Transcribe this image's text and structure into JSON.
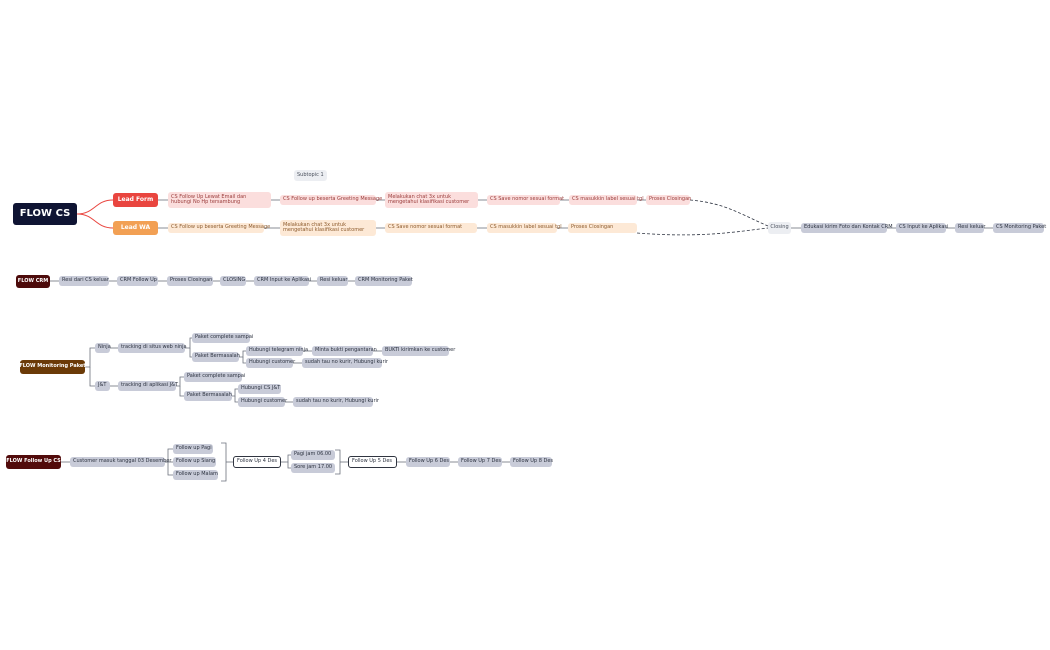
{
  "colors": {
    "root_dark": "#0f1433",
    "lead_form": "#e9453f",
    "lead_wa": "#f2a054",
    "crm_root": "#4d0b0b",
    "monitoring_root": "#6b3a07",
    "followup_root": "#520b0b",
    "node_gray": "#c8cbd8"
  },
  "flow_cs": {
    "root": "FLOW CS",
    "subtopic": "Subtopic 1",
    "lead_form": {
      "label": "Lead Form",
      "steps": [
        "CS Follow Up Lewat Email dan hubungi No Hp tersambung",
        "CS Follow up beserta Greeting Message",
        "Melakukan chat 3x untuk mengetahui klasifikasi customer",
        "CS Save nomor sesuai format",
        "CS masukkin label sesuai tgl",
        "Proses Closingan"
      ]
    },
    "lead_wa": {
      "label": "Lead WA",
      "steps": [
        "CS Follow up beserta Greeting Message",
        "Melakukan chat 3x untuk mengetahui klasifikasi customer",
        "CS Save nomor sesuai format",
        "CS masukkin label sesuai tgl",
        "Proses Closingan"
      ]
    },
    "closing": {
      "label": "Closing",
      "steps": [
        "Edukasi kirim Foto dan Kontak CRM",
        "CS Input ke Aplikasi",
        "Resi keluar",
        "CS Monitoring Paket"
      ]
    }
  },
  "flow_crm": {
    "root": "FLOW CRM",
    "steps": [
      "Resi dari CS keluar",
      "CRM Follow Up",
      "Proses Closingan",
      "CLOSING",
      "CRM Input ke Aplikasi",
      "Resi keluar",
      "CRM Monitoring Paket"
    ]
  },
  "flow_monitoring": {
    "root": "FLOW Monitoring Paket",
    "ninja": {
      "label": "Ninja",
      "tracking": "tracking di situs web ninja",
      "complete": "Paket complete sampai",
      "bermasalah": "Paket Bermasalah",
      "telegram": "Hubungi telegram ninja",
      "minta_bukti": "Minta bukti pengantaran",
      "bukti_kirim": "BUKTI kirimkan ke customer",
      "customer": "Hubungi customer",
      "sudah_tau": "sudah tau no kurir, Hubungi kurir"
    },
    "jnt": {
      "label": "J&T",
      "tracking": "tracking di aplikasi J&T",
      "complete": "Paket complete sampai",
      "bermasalah": "Paket Bermasalah",
      "cs": "Hubungi CS J&T",
      "customer": "Hubungi customer",
      "sudah_tau": "sudah tau no kurir, Hubungi kurir"
    }
  },
  "flow_followup": {
    "root": "FLOW Follow Up CS",
    "customer": "Customer masuk tanggal 03 Desember",
    "times": [
      "Follow up Pagi",
      "Follow up Siang",
      "Follow up Malam"
    ],
    "fu4": "Follow Up 4 Des",
    "jams": [
      "Pagi jam 06.00",
      "Sore jam 17.00"
    ],
    "fu5": "Follow Up 5 Des",
    "rest": [
      "Follow Up 6 Des",
      "Follow Up 7 Des",
      "Follow Up 8 Des"
    ]
  }
}
